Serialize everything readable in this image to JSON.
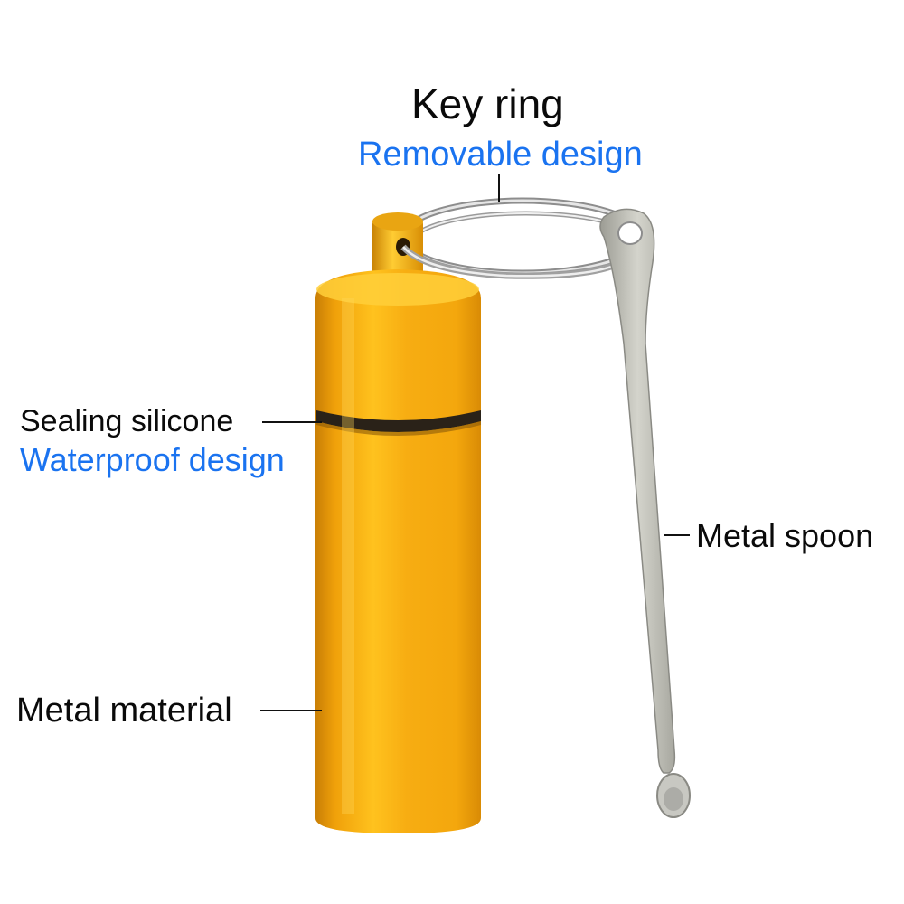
{
  "annotations": {
    "key_ring": {
      "title": "Key ring",
      "subtitle": "Removable design"
    },
    "sealing": {
      "title": "Sealing silicone",
      "subtitle": "Waterproof design"
    },
    "spoon": {
      "title": "Metal spoon"
    },
    "material": {
      "title": "Metal material"
    }
  },
  "colors": {
    "title_text": "#0a0a0a",
    "subtitle_text": "#1a73f0",
    "capsule_gold": "#f2a80c",
    "capsule_highlight": "#ffd54a",
    "seal_ring": "#2a2218",
    "steel": "#b8b8b0"
  }
}
